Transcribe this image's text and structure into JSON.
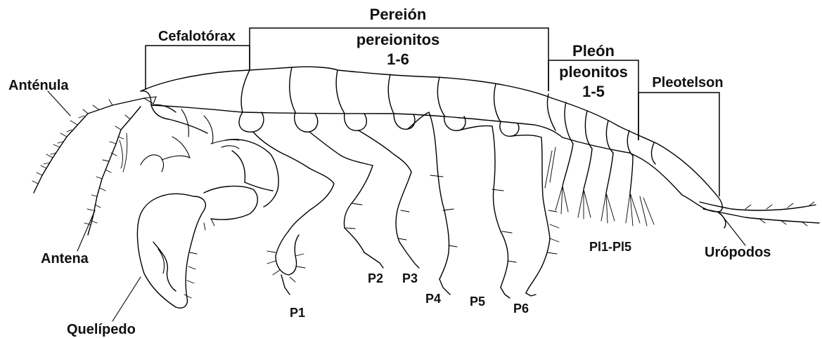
{
  "labels": {
    "cefalotorax": "Cefalotórax",
    "pereion": "Pereión",
    "pereionitos": "pereionitos",
    "pereionitos_range": "1-6",
    "pleon": "Pleón",
    "pleonitos": "pleonitos",
    "pleonitos_range": "1-5",
    "pleotelson": "Pleotelson",
    "antenula": "Anténula",
    "antena": "Antena",
    "quelipedo": "Quelípedo",
    "urópodos": "Urópodos",
    "pleopodos": "Pl1-Pl5",
    "p1": "P1",
    "p2": "P2",
    "p3": "P3",
    "p4": "P4",
    "p5": "P5",
    "p6": "P6"
  }
}
